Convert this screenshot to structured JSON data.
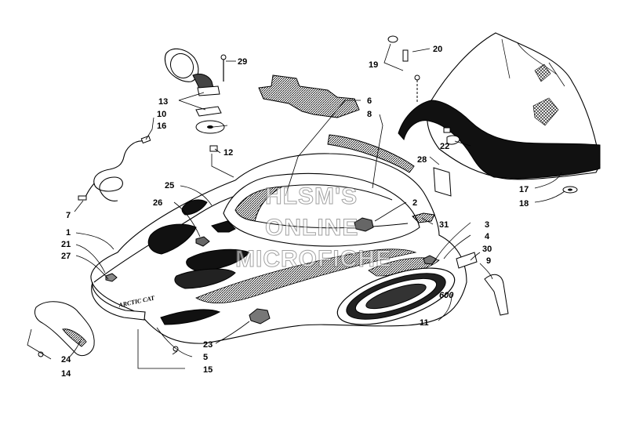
{
  "callouts": {
    "c1": "1",
    "c2": "2",
    "c3": "3",
    "c4": "4",
    "c5": "5",
    "c6": "6",
    "c7": "7",
    "c8": "8",
    "c9": "9",
    "c10": "10",
    "c11": "11",
    "c12": "12",
    "c13": "13",
    "c14": "14",
    "c15": "15",
    "c16": "16",
    "c17": "17",
    "c18": "18",
    "c19": "19",
    "c20": "20",
    "c21": "21",
    "c22": "22",
    "c23": "23",
    "c24": "24",
    "c25": "25",
    "c26": "26",
    "c27": "27",
    "c28": "28",
    "c29": "29",
    "c30": "30",
    "c31": "31"
  },
  "watermark": {
    "line1": "HLSM'S",
    "line2": "ONLINE",
    "line3": "MICROFICHE"
  },
  "decals": {
    "brand": "ARCTIC CAT",
    "model": "600"
  }
}
